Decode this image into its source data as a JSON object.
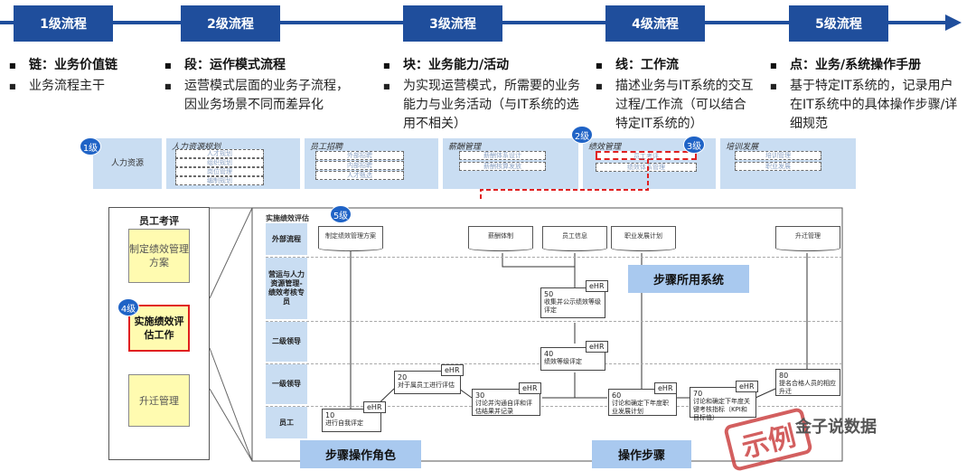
{
  "header": {
    "levels": [
      "1级流程",
      "2级流程",
      "3级流程",
      "4级流程",
      "5级流程"
    ]
  },
  "columns": [
    {
      "head": "链：业务价值链",
      "bullet": "业务流程主干"
    },
    {
      "head": "段：运作模式流程",
      "bullet": "运营模式层面的业务子流程，因业务场景不同而差异化"
    },
    {
      "head": "块：业务能力/活动",
      "bullet": "为实现运营模式，所需要的业务能力与业务活动（与IT系统的选用不相关）"
    },
    {
      "head": "线：工作流",
      "bullet": "描述业务与IT系统的交互过程/工作流（可以结合特定IT系统的）"
    },
    {
      "head": "点：业务/系统操作手册",
      "bullet": "基于特定IT系统的，记录用户在IT系统中的具体操作步骤/详细规范"
    }
  ],
  "badges": {
    "l1": "1级",
    "l2": "2级",
    "l3": "3级",
    "l4": "4级",
    "l5": "5级"
  },
  "strip": {
    "hr": "人力资源",
    "groups": [
      {
        "title": "人力资源规划",
        "items": [
          "人才规划",
          "组织规划",
          "岗位管理",
          "编制规划"
        ]
      },
      {
        "title": "员工招聘",
        "items": [
          "外部招聘",
          "内部招聘",
          "人才甄选"
        ]
      },
      {
        "title": "薪酬管理",
        "items": [
          "薪酬体系设计",
          "薪酬核算发放"
        ]
      },
      {
        "title": "绩效管理",
        "items": [
          "员工考评",
          "绩效体系管理"
        ]
      },
      {
        "title": "培训发展",
        "items": [
          "培训管理",
          "职业发展"
        ]
      }
    ]
  },
  "left_panel": {
    "title": "员工考评",
    "box1": "制定绩效管理方案",
    "box2": "实施绩效评估工作",
    "box3": "升迁管理"
  },
  "flow": {
    "title": "实施绩效评估",
    "lanes": [
      "外部流程",
      "营运与人力资源管理-绩效考核专员",
      "二级领导",
      "一级领导",
      "员工"
    ],
    "externals": [
      "制定绩效管理方案",
      "薪酬体制",
      "员工信息",
      "职业发展计划",
      "升迁管理"
    ],
    "steps": [
      {
        "n": "10",
        "t": "进行自我评定"
      },
      {
        "n": "20",
        "t": "对于属员工进行评估"
      },
      {
        "n": "30",
        "t": "讨论并沟通自评和评估结果并记录"
      },
      {
        "n": "40",
        "t": "绩效等级评定"
      },
      {
        "n": "50",
        "t": "收集并公示绩效等级评定"
      },
      {
        "n": "60",
        "t": "讨论和确定下年度职业发展计划"
      },
      {
        "n": "70",
        "t": "讨论和确定下年度关键考核指标（KPI和目标值）"
      },
      {
        "n": "80",
        "t": "提名合格人员的相应升迁"
      }
    ],
    "system": "eHR"
  },
  "callouts": {
    "system": "步骤所用系统",
    "role": "步骤操作角色",
    "step": "操作步骤"
  },
  "stamp": "示例",
  "watermark": "金子说数据"
}
